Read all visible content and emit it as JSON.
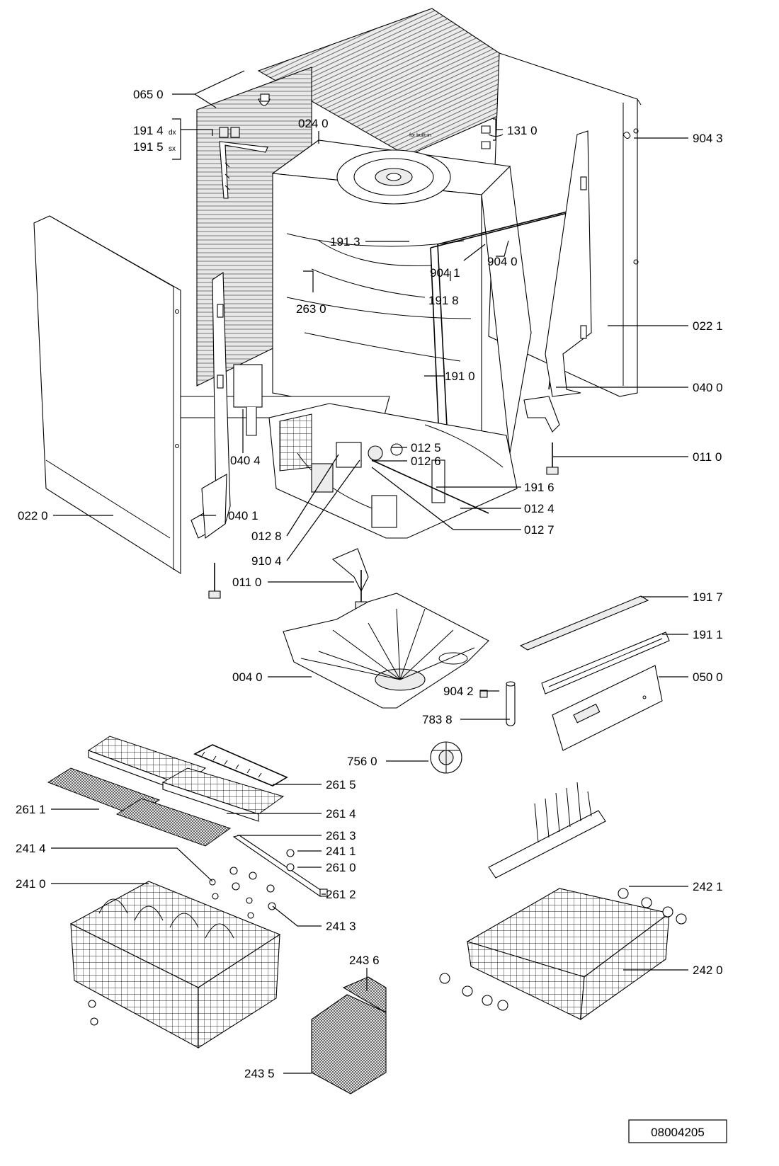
{
  "labels": {
    "p065_0": "065 0",
    "p024_0": "024 0",
    "p191_4": "191 4",
    "p191_4_suffix": "dx",
    "p191_5": "191 5",
    "p191_5_suffix": "sx",
    "for_built_in": "for built-in",
    "p131_0": "131 0",
    "p904_3": "904 3",
    "p191_3": "191 3",
    "p263_0": "263 0",
    "p904_1": "904 1",
    "p904_0": "904 0",
    "p191_8": "191 8",
    "p022_1": "022 1",
    "p191_0": "191 0",
    "p040_0": "040 0",
    "p040_4": "040 4",
    "p012_5": "012 5",
    "p012_6": "012 6",
    "p011_0_right": "011 0",
    "p191_6": "191 6",
    "p012_4": "012 4",
    "p012_7": "012 7",
    "p022_0": "022 0",
    "p040_1": "040 1",
    "p012_8": "012 8",
    "p910_4": "910 4",
    "p011_0_center": "011 0",
    "p191_7": "191 7",
    "p191_1": "191 1",
    "p004_0": "004 0",
    "p904_2": "904 2",
    "p050_0": "050 0",
    "p783_8": "783 8",
    "p756_0": "756 0",
    "p261_5": "261 5",
    "p261_1": "261 1",
    "p261_4": "261 4",
    "p261_3": "261 3",
    "p241_4": "241 4",
    "p241_1": "241 1",
    "p261_0": "261 0",
    "p241_0": "241 0",
    "p261_2": "261 2",
    "p242_1": "242 1",
    "p241_3": "241 3",
    "p243_6": "243 6",
    "p242_0": "242 0",
    "p243_5": "243 5"
  },
  "reference_number": "08004205"
}
